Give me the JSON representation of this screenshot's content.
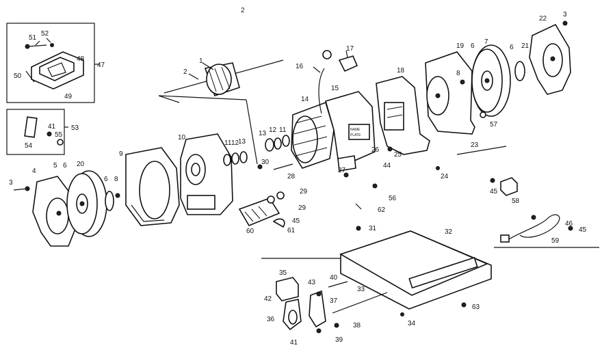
{
  "diagram": {
    "stamp_mark": "2",
    "plate_text": [
      "NAME",
      "PLATE"
    ],
    "labels": {
      "p1": "1",
      "p2": "2",
      "p3a": "3",
      "p3b": "3",
      "p4": "4",
      "p5": "5",
      "p6a": "6",
      "p6b": "6",
      "p6c": "6",
      "p6d": "6",
      "p7": "7",
      "p8a": "8",
      "p8b": "8",
      "p9": "9",
      "p10": "10",
      "p11a": "11",
      "p11b": "11",
      "p12a": "12",
      "p12b": "12",
      "p13a": "13",
      "p13b": "13",
      "p14": "14",
      "p15": "15",
      "p16": "16",
      "p17": "17",
      "p18": "18",
      "p19": "19",
      "p20": "20",
      "p21": "21",
      "p22": "22",
      "p23": "23",
      "p24": "24",
      "p25": "25",
      "p26": "26",
      "p27": "27",
      "p28": "28",
      "p29a": "29",
      "p29b": "29",
      "p30": "30",
      "p31": "31",
      "p32": "32",
      "p33": "33",
      "p34": "34",
      "p35": "35",
      "p36": "36",
      "p37": "37",
      "p38": "38",
      "p39": "39",
      "p40": "40",
      "p41a": "41",
      "p41b": "41",
      "p42": "42",
      "p43": "43",
      "p44": "44",
      "p45a": "45",
      "p45b": "45",
      "p45c": "45",
      "p46": "46",
      "p47": "47",
      "p48": "48",
      "p49": "49",
      "p50": "50",
      "p51": "51",
      "p52": "52",
      "p53": "53",
      "p54": "54",
      "p55": "55",
      "p56": "56",
      "p57": "57",
      "p58": "58",
      "p59": "59",
      "p60": "60",
      "p61": "61",
      "p62": "62",
      "p63": "63"
    }
  }
}
